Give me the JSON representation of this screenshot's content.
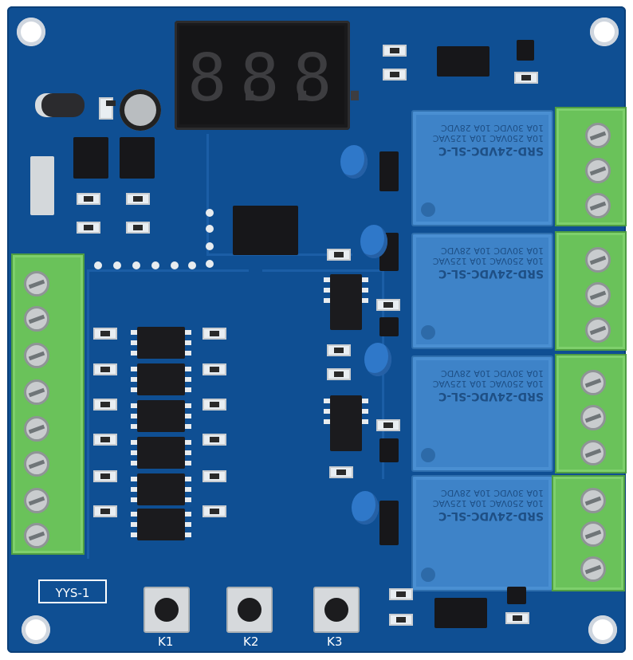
{
  "board": {
    "model_label": "YYS-1",
    "buttons": [
      {
        "label": "K1"
      },
      {
        "label": "K2"
      },
      {
        "label": "K3"
      }
    ],
    "display": {
      "digits": [
        "8.",
        "8.",
        "8."
      ]
    },
    "relays": [
      {
        "model": "SRD-24VDC-SL-C",
        "rating_1": "10A 250VAC 10A 125VAC",
        "rating_2": "10A 30VDC 10A 28VDC"
      },
      {
        "model": "SRD-24VDC-SL-C",
        "rating_1": "10A 250VAC 10A 125VAC",
        "rating_2": "10A 30VDC 10A 28VDC"
      },
      {
        "model": "SRD-24VDC-SL-C",
        "rating_1": "10A 250VAC 10A 125VAC",
        "rating_2": "10A 30VDC 10A 28VDC"
      },
      {
        "model": "SRD-24VDC-SL-C",
        "rating_1": "10A 250VAC 10A 125VAC",
        "rating_2": "10A 30VDC 10A 28VDC"
      }
    ],
    "colors": {
      "pcb": "#0f4f93",
      "relay": "#3e83c8",
      "terminal": "#6ac25a"
    }
  }
}
